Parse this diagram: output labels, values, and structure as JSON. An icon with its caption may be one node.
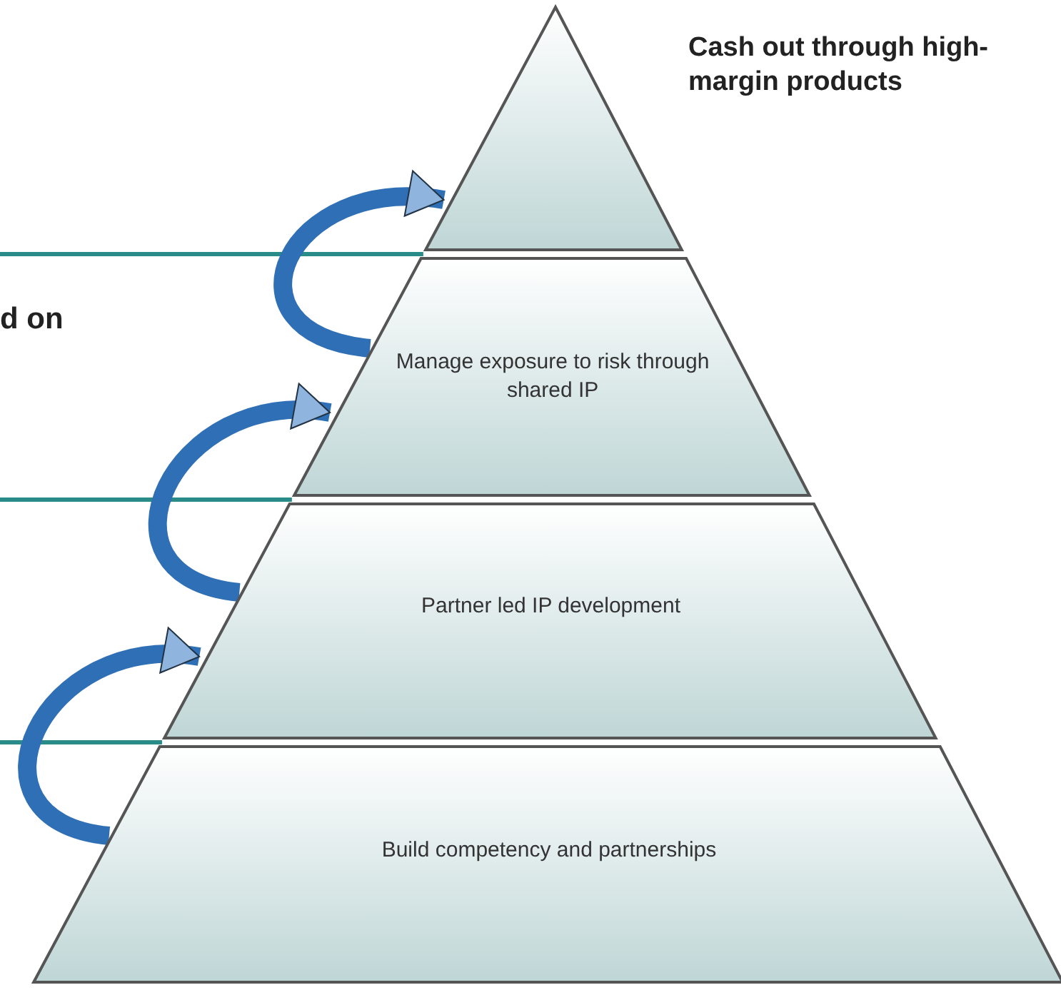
{
  "diagram": {
    "nodes": [
      {
        "text": [],
        "shape": "triangle",
        "beside": [
          "Cash out through high-margin products"
        ]
      },
      {
        "text": [
          "Manage exposure to risk through shared IP"
        ]
      },
      {
        "text": [
          "Partner led IP development"
        ]
      },
      {
        "text": [
          "Build competency and partnerships"
        ]
      }
    ],
    "edges": [
      {
        "from": 3,
        "to": 2,
        "arrow": "to"
      },
      {
        "from": 2,
        "to": 1,
        "arrow": "to"
      },
      {
        "from": 1,
        "to": 0,
        "arrow": "to"
      }
    ],
    "labels": [
      "d on"
    ]
  }
}
